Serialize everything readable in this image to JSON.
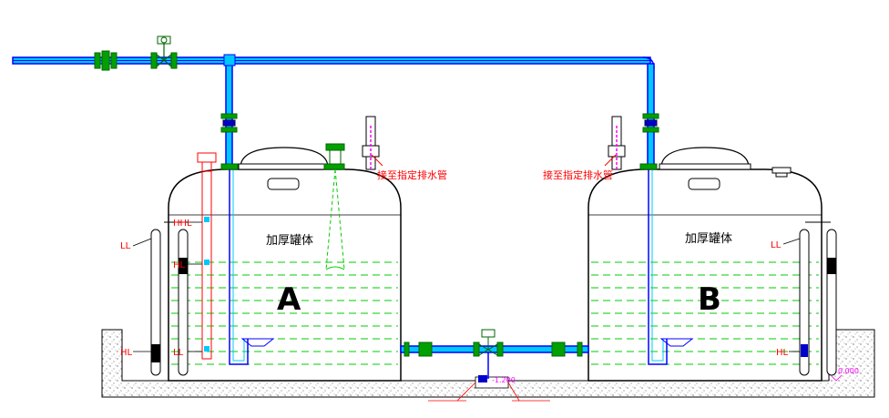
{
  "tank_a": {
    "letter": "A",
    "name": "加厚罐体",
    "drain_note": "接至指定排水管",
    "gauge_labels": {
      "hh": "HHL",
      "h": "HL",
      "l": "LL",
      "left_ll": "LL",
      "left_hl": "HL"
    }
  },
  "tank_b": {
    "letter": "B",
    "name": "加厚罐体",
    "drain_note": "接至指定排水管",
    "gauge_labels": {
      "ll": "LL",
      "hl": "HL"
    }
  },
  "elevations": {
    "pit": "-1.200",
    "ground": "0.000"
  },
  "colors": {
    "pipe_outer": "#0000ff",
    "pipe_inner": "#00c8ff",
    "water_line": "#00cc00",
    "fitting": "#00a000",
    "annotation": "#ff0000",
    "outline": "#000000",
    "sensor_beam": "#00cc00"
  }
}
